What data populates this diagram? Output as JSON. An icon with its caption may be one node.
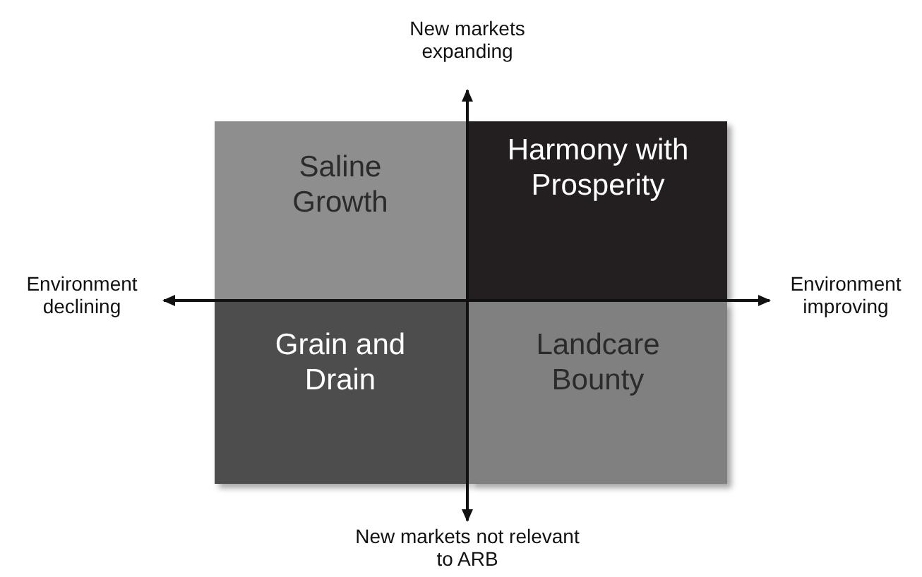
{
  "diagram": {
    "nodes": [
      {
        "text": [
          "Saline Growth"
        ]
      },
      {
        "text": [
          "Harmony with Prosperity"
        ]
      },
      {
        "text": [
          "Grain and Drain"
        ]
      },
      {
        "text": [
          "Landcare Bounty"
        ]
      }
    ],
    "labels": [
      "New markets expanding",
      "Environment declining",
      "Environment improving",
      "New markets not relevant to ARB"
    ]
  }
}
